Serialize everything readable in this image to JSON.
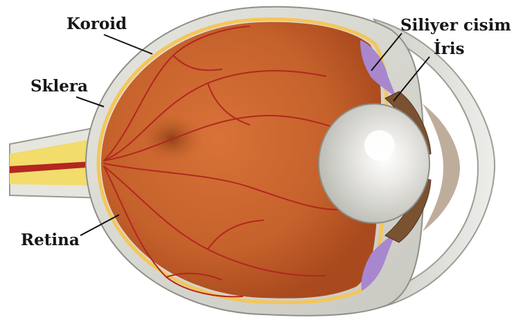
{
  "diagram": {
    "labels": {
      "koroid": "Koroid",
      "sklera": "Sklera",
      "retina": "Retina",
      "siliyer": "Siliyer cisim",
      "iris": "İris"
    }
  },
  "colors": {
    "sclera": "#d8d8d2",
    "choroid_line": "#f4c65a",
    "vitreous": "#c8632c",
    "fovea": "#9a4a1d",
    "vessels": "#b3271f",
    "ciliary_body": "#a987cf",
    "lens": "#e2e2de",
    "iris": "#7a5232",
    "optic_nerve_sheath": "#e8e8e2",
    "optic_nerve_core": "#f0da6a"
  }
}
